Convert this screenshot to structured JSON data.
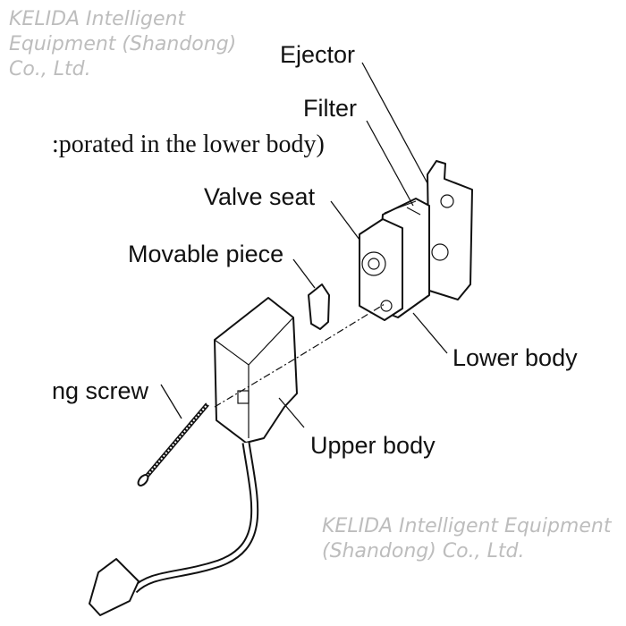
{
  "diagram": {
    "caption_fragment": ":porated in the lower body)",
    "labels": {
      "ejector": "Ejector",
      "filter": "Filter",
      "valve_seat": "Valve seat",
      "movable_piece": "Movable piece",
      "lower_body": "Lower body",
      "fixing_screw": "ng screw",
      "upper_body": "Upper body"
    },
    "watermark": "KELIDA Intelligent Equipment (Shandong) Co., Ltd."
  }
}
